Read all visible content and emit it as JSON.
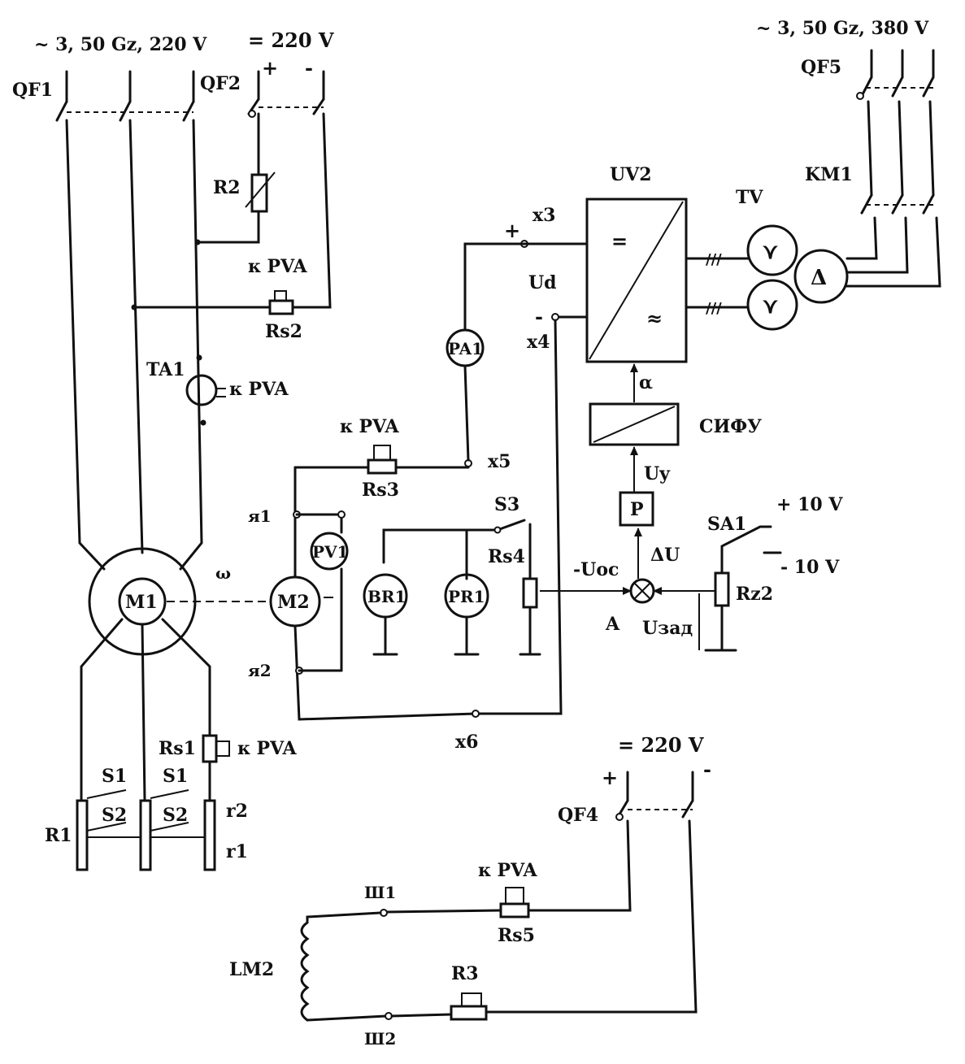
{
  "supplies": {
    "ac220": "~ 3, 50 Gz, 220 V",
    "dc220_top": "= 220 V",
    "ac380": "~ 3, 50 Gz, 380 V",
    "dc220_bottom": "= 220 V",
    "plus": "+",
    "minus": "-"
  },
  "breakers": {
    "qf1": "QF1",
    "qf2": "QF2",
    "qf4": "QF4",
    "qf5": "QF5",
    "km1": "KM1"
  },
  "components": {
    "r2": "R2",
    "rs2": "Rs2",
    "ta1": "TA1",
    "rs3": "Rs3",
    "rs1": "Rs1",
    "rs4": "Rs4",
    "rs5": "Rs5",
    "rz2": "Rz2",
    "r3": "R3",
    "uv2": "UV2",
    "tv": "TV",
    "sifu": "СИФУ",
    "p": "P",
    "sa1": "SA1",
    "s3": "S3",
    "pa1": "PA1",
    "pv1": "PV1",
    "br1": "BR1",
    "pr1": "PR1",
    "m1": "M1",
    "m2": "M2",
    "lm2": "LM2",
    "r1": "R1"
  },
  "pva": "к PVA",
  "nodes": {
    "x3": "x3",
    "x4": "x4",
    "x5": "x5",
    "x6": "x6",
    "ya1": "я1",
    "ya2": "я2",
    "sh1": "Ш1",
    "sh2": "Ш2"
  },
  "signals": {
    "ud": "Ud",
    "alpha": "α",
    "uy": "Uy",
    "du": "ΔU",
    "uos": "-Uос",
    "uzad": "Uзад",
    "a": "A",
    "omega": "ω",
    "plus10": "+ 10 V",
    "minus10": "- 10 V",
    "eq": "=",
    "tilde": "≈",
    "star": "⋎",
    "delta": "Δ",
    "tri": "///"
  },
  "rotor_switches": {
    "s1": "S1",
    "s2": "S2",
    "r2": "r2",
    "r1": "r1"
  }
}
